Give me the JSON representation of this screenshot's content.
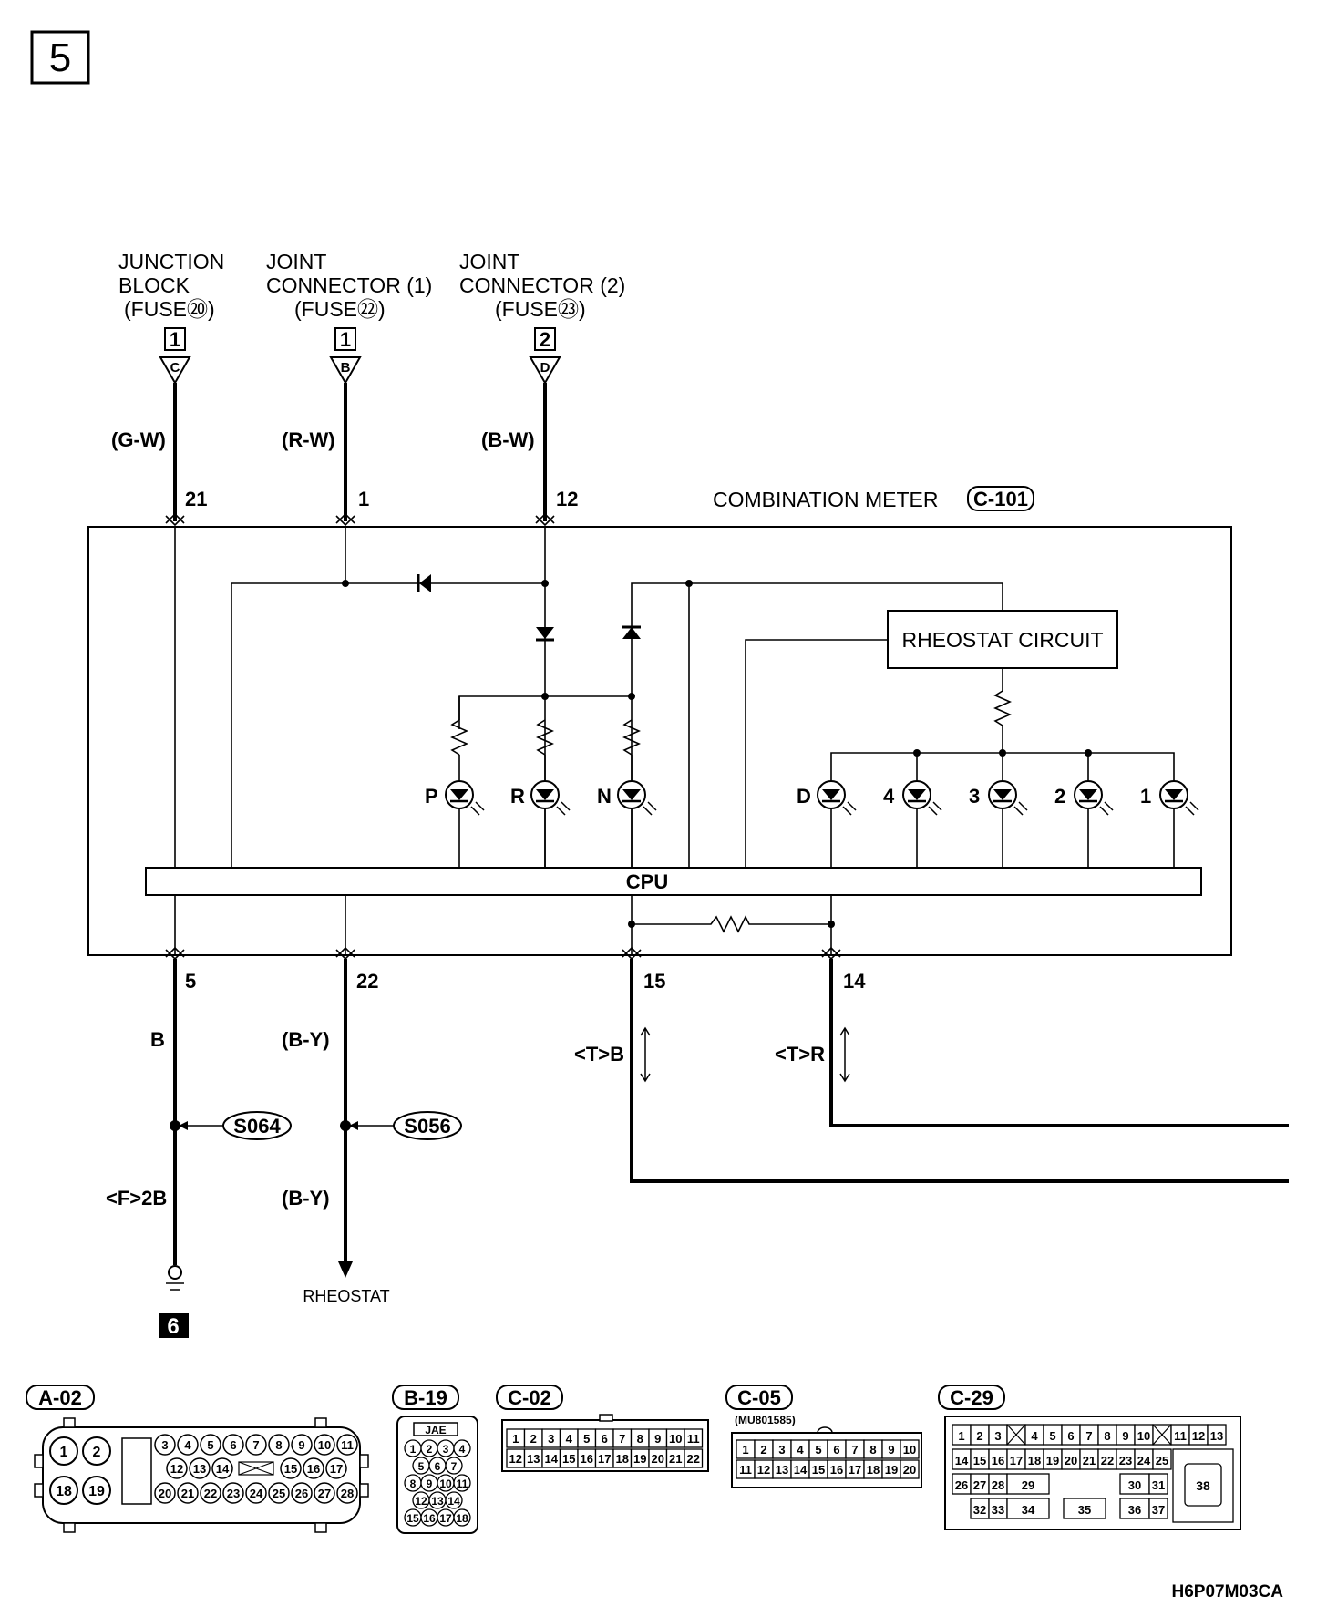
{
  "page": {
    "number": "5",
    "figure_code": "H6P07M03CA",
    "next_page": "6"
  },
  "sources": [
    {
      "name_line1": "JUNCTION",
      "name_line2": "BLOCK",
      "fuse": "(FUSE⑳)",
      "box": "1",
      "connector": "C",
      "wire": "(G-W)",
      "pin": "21"
    },
    {
      "name_line1": "JOINT",
      "name_line2": "CONNECTOR (1)",
      "fuse": "(FUSE㉒)",
      "box": "1",
      "connector": "B",
      "wire": "(R-W)",
      "pin": "1"
    },
    {
      "name_line1": "JOINT",
      "name_line2": "CONNECTOR (2)",
      "fuse": "(FUSE㉓)",
      "box": "2",
      "connector": "D",
      "wire": "(B-W)",
      "pin": "12"
    }
  ],
  "meter": {
    "title": "COMBINATION METER",
    "connector": "C-101",
    "rheostat_circuit": "RHEOSTAT CIRCUIT",
    "cpu": "CPU",
    "leds": [
      "P",
      "R",
      "N",
      "D",
      "4",
      "3",
      "2",
      "1"
    ]
  },
  "outputs": [
    {
      "pin": "5",
      "wire_top": "B",
      "splice": "S064",
      "wire_bottom": "<F>2B"
    },
    {
      "pin": "22",
      "wire_top": "(B-Y)",
      "splice": "S056",
      "wire_bottom": "(B-Y)",
      "destination": "RHEOSTAT"
    },
    {
      "pin": "15",
      "wire": "<T>B"
    },
    {
      "pin": "14",
      "wire": "<T>R"
    }
  ],
  "connectors": {
    "a02": {
      "label": "A-02",
      "pins_big": [
        "1",
        "2",
        "18",
        "19"
      ],
      "row1": [
        "3",
        "4",
        "5",
        "6",
        "7",
        "8",
        "9",
        "10",
        "11"
      ],
      "row2": [
        "12",
        "13",
        "14",
        "15",
        "16",
        "17"
      ],
      "row3": [
        "20",
        "21",
        "22",
        "23",
        "24",
        "25",
        "26",
        "27",
        "28"
      ]
    },
    "b19": {
      "label": "B-19",
      "tag": "JAE",
      "rows": [
        [
          "1",
          "2",
          "3",
          "4"
        ],
        [
          "5",
          "6",
          "7"
        ],
        [
          "8",
          "9",
          "10",
          "11"
        ],
        [
          "12",
          "13",
          "14"
        ],
        [
          "15",
          "16",
          "17",
          "18"
        ]
      ]
    },
    "c02": {
      "label": "C-02",
      "row1": [
        "1",
        "2",
        "3",
        "4",
        "5",
        "6",
        "7",
        "8",
        "9",
        "10",
        "11"
      ],
      "row2": [
        "12",
        "13",
        "14",
        "15",
        "16",
        "17",
        "18",
        "19",
        "20",
        "21",
        "22"
      ]
    },
    "c05": {
      "label": "C-05",
      "part": "(MU801585)",
      "row1": [
        "1",
        "2",
        "3",
        "4",
        "5",
        "6",
        "7",
        "8",
        "9",
        "10"
      ],
      "row2": [
        "11",
        "12",
        "13",
        "14",
        "15",
        "16",
        "17",
        "18",
        "19",
        "20"
      ]
    },
    "c29": {
      "label": "C-29",
      "row1": [
        "1",
        "2",
        "3",
        "",
        "4",
        "5",
        "6",
        "7",
        "8",
        "9",
        "10",
        "",
        "11",
        "12",
        "13"
      ],
      "row2": [
        "14",
        "15",
        "16",
        "17",
        "18",
        "19",
        "20",
        "21",
        "22",
        "23",
        "24",
        "25"
      ],
      "row3": [
        "26",
        "27",
        "28",
        "29",
        "30",
        "31"
      ],
      "row4": [
        "32",
        "33",
        "34",
        "35",
        "36",
        "37"
      ],
      "big": "38"
    }
  }
}
